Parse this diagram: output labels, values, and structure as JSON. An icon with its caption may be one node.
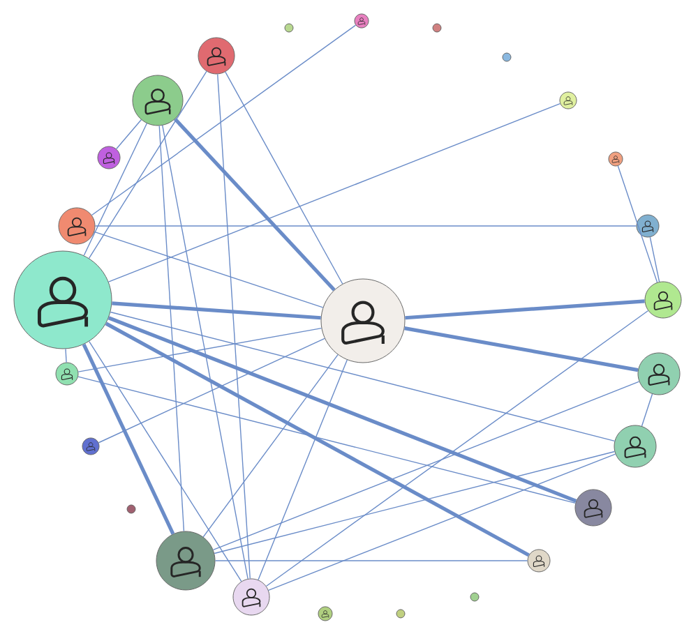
{
  "diagram": {
    "nodes": [
      {
        "text": [],
        "shape": "circle"
      },
      {
        "text": [],
        "shape": "circle"
      },
      {
        "text": [],
        "shape": "circle"
      },
      {
        "text": [],
        "shape": "circle"
      },
      {
        "text": [],
        "shape": "circle"
      },
      {
        "text": [],
        "shape": "circle"
      },
      {
        "text": [],
        "shape": "circle"
      },
      {
        "text": [],
        "shape": "circle"
      },
      {
        "text": [],
        "shape": "circle"
      },
      {
        "text": [],
        "shape": "circle"
      },
      {
        "text": [],
        "shape": "circle"
      },
      {
        "text": [],
        "shape": "circle"
      },
      {
        "text": [],
        "shape": "circle"
      },
      {
        "text": [],
        "shape": "circle"
      },
      {
        "text": [],
        "shape": "circle"
      },
      {
        "text": [],
        "shape": "circle"
      },
      {
        "text": [],
        "shape": "circle"
      },
      {
        "text": [],
        "shape": "circle"
      },
      {
        "text": [],
        "shape": "circle"
      },
      {
        "text": [],
        "shape": "circle"
      },
      {
        "text": [],
        "shape": "circle"
      },
      {
        "text": [],
        "shape": "circle"
      },
      {
        "text": [],
        "shape": "circle"
      },
      {
        "text": [],
        "shape": "circle"
      },
      {
        "text": [],
        "shape": "circle"
      },
      {
        "text": [],
        "shape": "circle"
      }
    ],
    "edges": [
      {
        "from": 0,
        "to": 1,
        "arrow": "none",
        "style": "thick"
      },
      {
        "from": 1,
        "to": 14,
        "arrow": "none",
        "style": "thick"
      },
      {
        "from": 0,
        "to": 18,
        "arrow": "none",
        "style": "thick"
      },
      {
        "from": 0,
        "to": 21,
        "arrow": "none",
        "style": "thick"
      },
      {
        "from": 0,
        "to": 20,
        "arrow": "none",
        "style": "thick"
      },
      {
        "from": 0,
        "to": 2,
        "arrow": "none"
      },
      {
        "from": 0,
        "to": 3,
        "arrow": "none"
      },
      {
        "from": 0,
        "to": 15,
        "arrow": "none"
      },
      {
        "from": 0,
        "to": 16,
        "arrow": "none"
      },
      {
        "from": 0,
        "to": 8,
        "arrow": "none"
      },
      {
        "from": 0,
        "to": 22,
        "arrow": "none"
      },
      {
        "from": 1,
        "to": 3,
        "arrow": "none",
        "style": "thick"
      },
      {
        "from": 1,
        "to": 13,
        "arrow": "none",
        "style": "thick"
      },
      {
        "from": 1,
        "to": 10,
        "arrow": "none"
      },
      {
        "from": 1,
        "to": 16,
        "arrow": "none"
      },
      {
        "from": 1,
        "to": 20,
        "arrow": "none"
      },
      {
        "from": 1,
        "to": 22,
        "arrow": "none"
      },
      {
        "from": 1,
        "to": 2,
        "arrow": "none"
      },
      {
        "from": 3,
        "to": 20,
        "arrow": "none"
      },
      {
        "from": 3,
        "to": 22,
        "arrow": "none"
      },
      {
        "from": 3,
        "to": 9,
        "arrow": "none"
      },
      {
        "from": 2,
        "to": 22,
        "arrow": "none"
      },
      {
        "from": 5,
        "to": 10,
        "arrow": "none"
      },
      {
        "from": 10,
        "to": 12,
        "arrow": "none"
      },
      {
        "from": 11,
        "to": 13,
        "arrow": "none"
      },
      {
        "from": 12,
        "to": 13,
        "arrow": "none"
      },
      {
        "from": 14,
        "to": 15,
        "arrow": "none"
      },
      {
        "from": 13,
        "to": 22,
        "arrow": "none"
      },
      {
        "from": 14,
        "to": 20,
        "arrow": "none"
      },
      {
        "from": 15,
        "to": 20,
        "arrow": "none"
      },
      {
        "from": 15,
        "to": 22,
        "arrow": "none"
      },
      {
        "from": 20,
        "to": 21,
        "arrow": "none"
      },
      {
        "from": 16,
        "to": 18,
        "arrow": "none"
      },
      {
        "from": 17,
        "to": 1,
        "arrow": "none"
      }
    ]
  }
}
